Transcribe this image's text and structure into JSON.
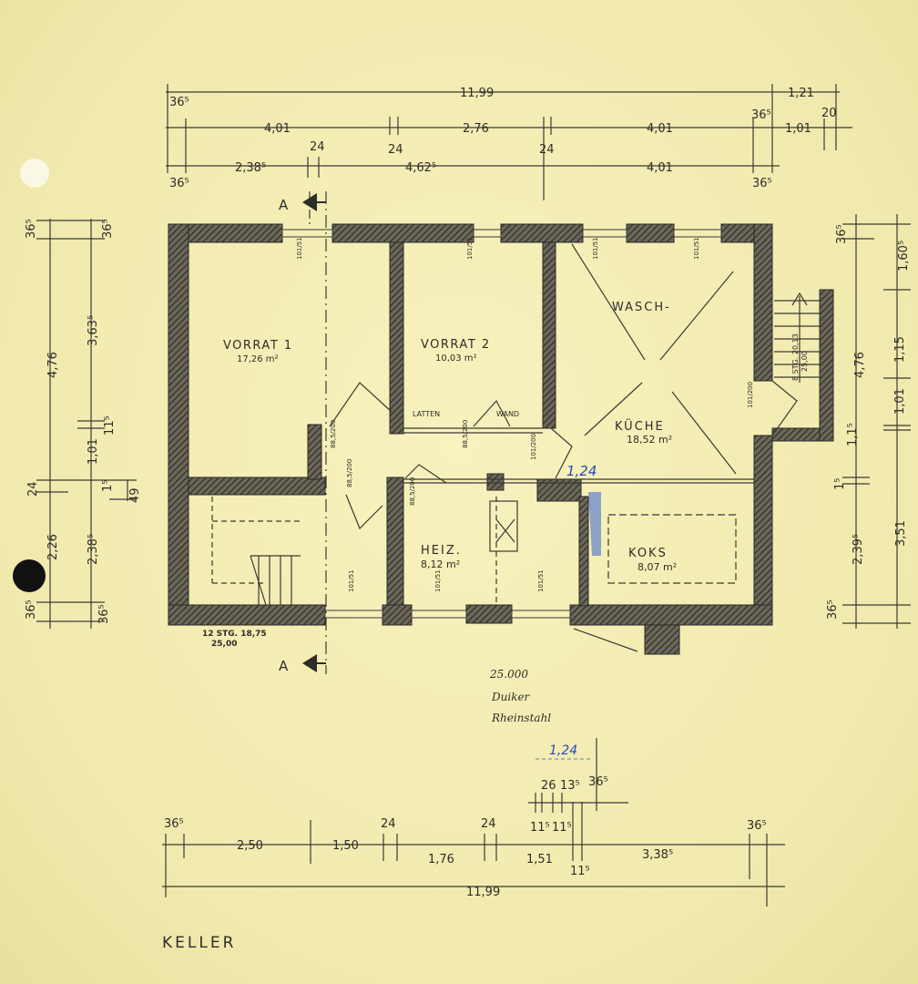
{
  "plan_title": "KELLER",
  "rooms": {
    "vorrat1": {
      "name": "VORRAT 1",
      "area": "17,26 m²"
    },
    "vorrat2": {
      "name": "VORRAT 2",
      "area": "10,03 m²"
    },
    "waschkueche": {
      "name_line1": "WASCH-",
      "name_line2": "KÜCHE",
      "area": "18,52 m²"
    },
    "heiz": {
      "name": "HEIZ.",
      "area": "8,12 m²"
    },
    "koks": {
      "name": "KOKS",
      "area": "8,07 m²"
    }
  },
  "partition": {
    "left": "LATTEN",
    "right": "WAND"
  },
  "stairs": {
    "main_steps": "12 STG. 18,75",
    "main_tread": "25,00",
    "exterior_steps": "8 STG. 20,13",
    "exterior_tread": "25,00"
  },
  "section_marker": "A",
  "openings": [
    "101/51",
    "101/51",
    "101/51",
    "101/51",
    "88,5/200",
    "88,5/200",
    "88,5/200",
    "88,5/200",
    "101/200",
    "101/200",
    "101/51",
    "101/51",
    "101/51"
  ],
  "notes": {
    "line1": "25.000",
    "line2": "Duiker",
    "line3": "Rheinstahl",
    "blue_plan": "1,24",
    "blue_dim": "1,24"
  },
  "dims_top": [
    "11,99",
    "1,21",
    "36⁵",
    "4,01",
    "24",
    "2,76",
    "24",
    "4,01",
    "36⁵",
    "1,01",
    "20",
    "36⁵",
    "2,38⁵",
    "24",
    "4,62⁵",
    "4,01",
    "36⁵"
  ],
  "dims_left": [
    "36⁵",
    "36⁵",
    "4,76",
    "3,63⁵",
    "11⁵",
    "1,01",
    "24",
    "1⁵",
    "49",
    "2,26",
    "2,38⁵",
    "36⁵",
    "36⁵"
  ],
  "dims_right": [
    "36⁵",
    "1,60⁵",
    "4,76",
    "1,15",
    "1,01",
    "1,1⁵",
    "1⁵",
    "2,39⁵",
    "3,51",
    "36⁵"
  ],
  "dims_bottom": [
    "36⁵",
    "2,50",
    "1,50",
    "24",
    "1,76",
    "24",
    "1,51",
    "11⁵",
    "3,38⁵",
    "36⁵",
    "26",
    "13⁵",
    "36⁵",
    "11⁵",
    "11⁵",
    "11,99"
  ],
  "colors": {
    "paper": "#f4eeb4",
    "ink": "#3b3a35",
    "blue_pencil": "#2b48b8"
  }
}
